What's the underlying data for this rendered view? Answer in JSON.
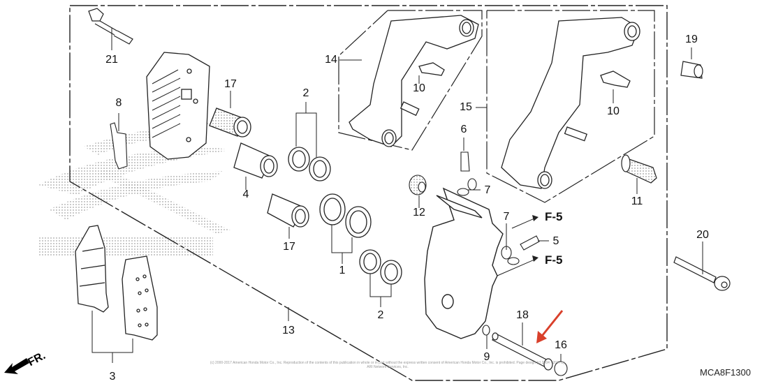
{
  "diagram": {
    "code": "MCA8F1300",
    "orientation_label": "FR.",
    "copyright": "(c) 2000-2017 American Honda Motor Co., Inc. Reproduction of the contents of this publication in whole or in part without the express written consent of American Honda Motor Co., Inc. is prohibited. Page design (c) 2004 - 2017 by ARI Network Services, Inc.",
    "watermark": "HONDA",
    "accent_color": "#d9402b",
    "callouts": [
      {
        "id": "21",
        "label": "21"
      },
      {
        "id": "8",
        "label": "8"
      },
      {
        "id": "17a",
        "label": "17"
      },
      {
        "id": "2a",
        "label": "2"
      },
      {
        "id": "4",
        "label": "4"
      },
      {
        "id": "17b",
        "label": "17"
      },
      {
        "id": "1",
        "label": "1"
      },
      {
        "id": "2b",
        "label": "2"
      },
      {
        "id": "3",
        "label": "3"
      },
      {
        "id": "13",
        "label": "13"
      },
      {
        "id": "14",
        "label": "14"
      },
      {
        "id": "10a",
        "label": "10"
      },
      {
        "id": "15",
        "label": "15"
      },
      {
        "id": "10b",
        "label": "10"
      },
      {
        "id": "6",
        "label": "6"
      },
      {
        "id": "7a",
        "label": "7"
      },
      {
        "id": "12",
        "label": "12"
      },
      {
        "id": "7b",
        "label": "7"
      },
      {
        "id": "5",
        "label": "5"
      },
      {
        "id": "11",
        "label": "11"
      },
      {
        "id": "19",
        "label": "19"
      },
      {
        "id": "20",
        "label": "20"
      },
      {
        "id": "18",
        "label": "18"
      },
      {
        "id": "9",
        "label": "9"
      },
      {
        "id": "16",
        "label": "16"
      }
    ],
    "references": [
      {
        "label": "F-5"
      },
      {
        "label": "F-5"
      }
    ]
  }
}
